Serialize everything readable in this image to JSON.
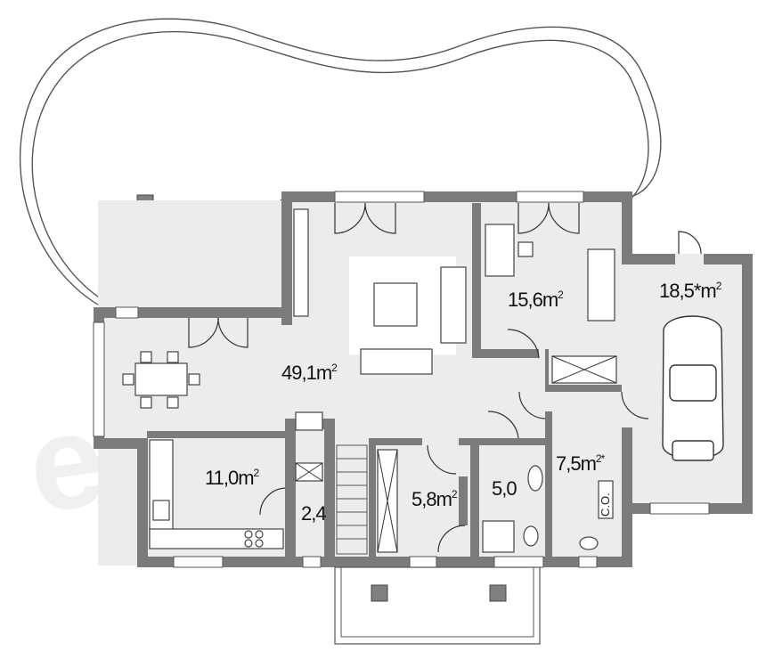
{
  "watermark": "extradom",
  "rooms": [
    {
      "id": "living",
      "value": "49,1",
      "unit": "m",
      "sup": "2"
    },
    {
      "id": "bedroom",
      "value": "15,6",
      "unit": "m",
      "sup": "2"
    },
    {
      "id": "garage",
      "value": "18,5",
      "unit": "*m",
      "sup": "2"
    },
    {
      "id": "kitchen",
      "value": "11,0",
      "unit": "m",
      "sup": "2"
    },
    {
      "id": "hall",
      "value": "5,8",
      "unit": "m",
      "sup": "2"
    },
    {
      "id": "boiler",
      "value": "7,5",
      "unit": "m",
      "sup": "2*"
    },
    {
      "id": "bath",
      "value": "5,0",
      "unit": "",
      "sup": ""
    },
    {
      "id": "pantry",
      "value": "2,4",
      "unit": "",
      "sup": ""
    }
  ],
  "boiler_label": "C.O."
}
